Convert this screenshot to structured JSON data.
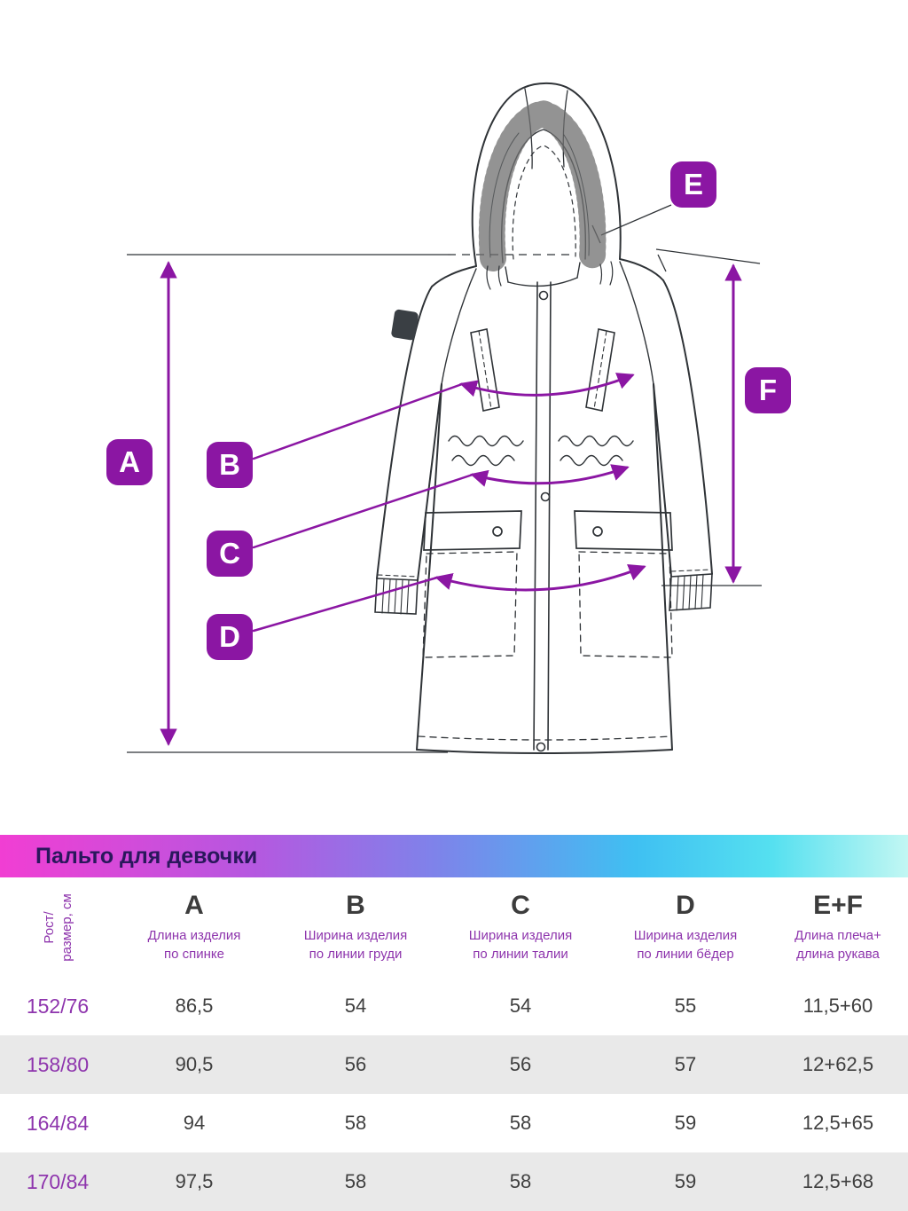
{
  "colors": {
    "accent_purple": "#8b16a3",
    "table_text_purple": "#8e35ad",
    "title_color": "#2a175c",
    "header_gradient_left": "#f13ed3",
    "header_gradient_right": "#c2f7f3",
    "row_alt_background": "#e9e9e9",
    "line_art": "#2f3337"
  },
  "diagram": {
    "badges": [
      "A",
      "B",
      "C",
      "D",
      "E",
      "F"
    ]
  },
  "table": {
    "title": "Пальто для девочки",
    "row_header_line1": "Рост/",
    "row_header_line2": "размер, см",
    "columns": [
      {
        "letter": "A",
        "desc1": "Длина изделия",
        "desc2": "по спинке"
      },
      {
        "letter": "B",
        "desc1": "Ширина изделия",
        "desc2": "по линии груди"
      },
      {
        "letter": "C",
        "desc1": "Ширина изделия",
        "desc2": "по линии талии"
      },
      {
        "letter": "D",
        "desc1": "Ширина изделия",
        "desc2": "по линии бёдер"
      },
      {
        "letter": "E+F",
        "desc1": "Длина плеча+",
        "desc2": "длина рукава"
      }
    ],
    "rows": [
      {
        "size": "152/76",
        "a": "86,5",
        "b": "54",
        "c": "54",
        "d": "55",
        "ef": "11,5+60"
      },
      {
        "size": "158/80",
        "a": "90,5",
        "b": "56",
        "c": "56",
        "d": "57",
        "ef": "12+62,5"
      },
      {
        "size": "164/84",
        "a": "94",
        "b": "58",
        "c": "58",
        "d": "59",
        "ef": "12,5+65"
      },
      {
        "size": "170/84",
        "a": "97,5",
        "b": "58",
        "c": "58",
        "d": "59",
        "ef": "12,5+68"
      }
    ]
  }
}
